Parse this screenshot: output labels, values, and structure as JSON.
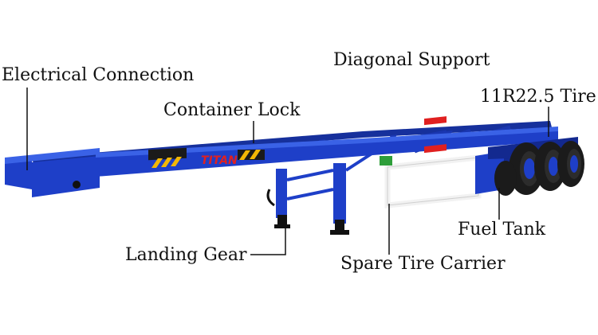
{
  "labels": {
    "electrical": "Electrical Connection",
    "diagonal": "Diagonal Support",
    "container_lock": "Container Lock",
    "tire": "11R22.5 Tire",
    "fuel_tank": "Fuel Tank",
    "landing_gear": "Landing Gear",
    "spare_tire": "Spare Tire Carrier"
  },
  "brand": "TITAN",
  "colors": {
    "frame": "#1e3fc8",
    "frame_dark": "#13298f",
    "frame_light": "#3a62e6",
    "stripe_yellow": "#f2b705",
    "stripe_black": "#1a1a1a",
    "brand_red": "#e02020",
    "tire": "#1b1b1b",
    "leader": "#111111"
  }
}
